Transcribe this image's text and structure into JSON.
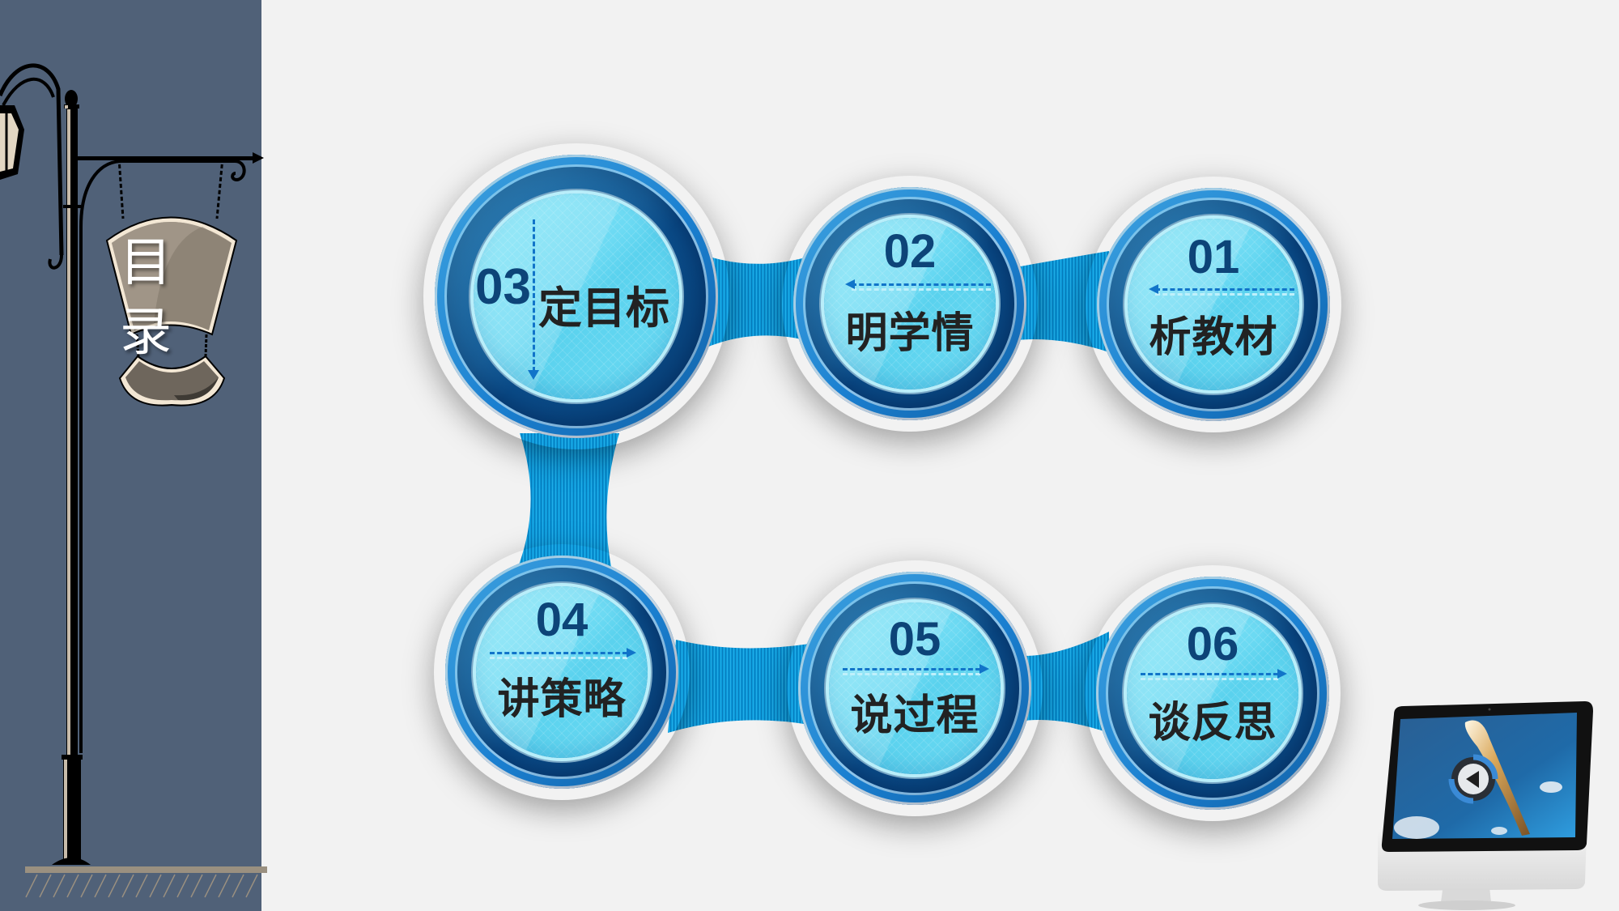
{
  "sidebar": {
    "title_chars": [
      "目",
      "录"
    ],
    "background": "#506178"
  },
  "nodes": [
    {
      "id": "01",
      "number": "01",
      "label": "析教材",
      "arrow": "left"
    },
    {
      "id": "02",
      "number": "02",
      "label": "明学情",
      "arrow": "left"
    },
    {
      "id": "03",
      "number": "03",
      "label": "定目标",
      "arrow": "down"
    },
    {
      "id": "04",
      "number": "04",
      "label": "讲策略",
      "arrow": "right"
    },
    {
      "id": "05",
      "number": "05",
      "label": "说过程",
      "arrow": "right"
    },
    {
      "id": "06",
      "number": "06",
      "label": "谈反思",
      "arrow": "right"
    }
  ],
  "colors": {
    "page_background": "#f2f2f2",
    "connector": "#0896d8",
    "number_text": "#0d4478",
    "label_text": "#222222",
    "dash": "#1174c9",
    "face": "#6cdaf3"
  },
  "decorations": {
    "monitor_icon": "monitor-with-play-button",
    "lamp_post": "street-lamp-with-hanging-sign"
  }
}
